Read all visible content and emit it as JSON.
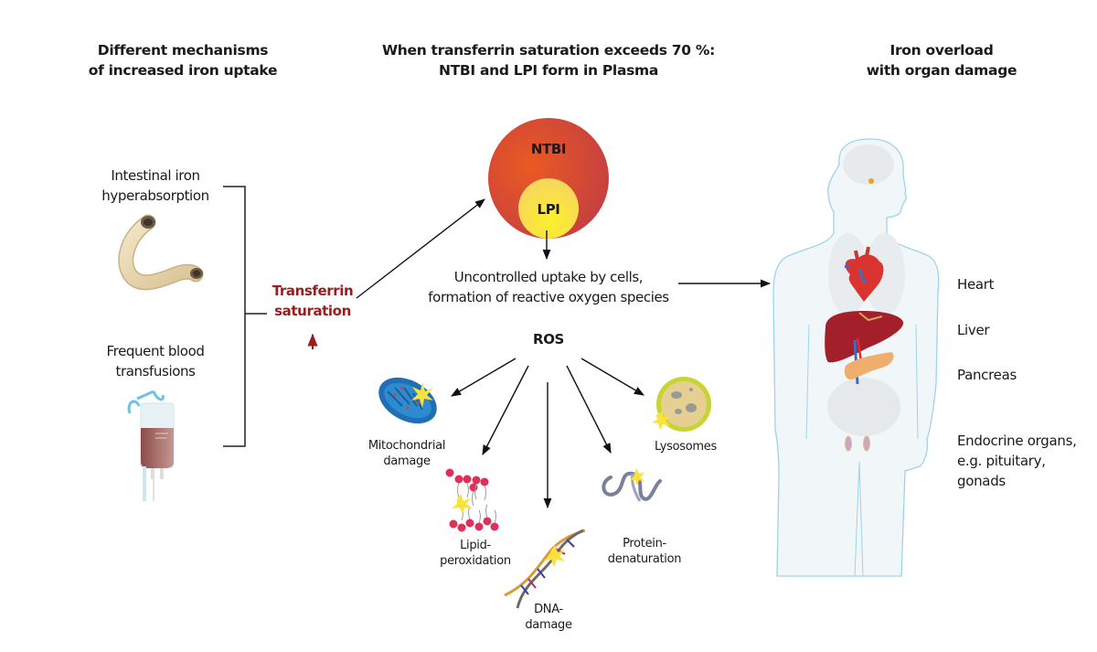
{
  "headings": {
    "left": [
      "Different mechanisms",
      "of increased iron uptake"
    ],
    "center": [
      "When transferrin saturation exceeds 70 %:",
      "NTBI and LPI form in Plasma"
    ],
    "right": [
      "Iron overload",
      "with organ damage"
    ]
  },
  "causes": [
    {
      "label": [
        "Intestinal iron",
        "hyperabsorption"
      ],
      "icon": "intestine-icon"
    },
    {
      "label": [
        "Frequent blood",
        "transfusions"
      ],
      "icon": "blood-bag-icon"
    }
  ],
  "transferrin": {
    "label": [
      "Transferrin",
      "saturation"
    ],
    "indicator": "up-arrow",
    "color": "#9b1c1c"
  },
  "plasma": {
    "outer": {
      "label": "NTBI",
      "color": "#d9472b"
    },
    "inner": {
      "label": "LPI",
      "color": "#f7e23a"
    }
  },
  "uptake": {
    "label": [
      "Uncontrolled uptake by cells,",
      "formation of reactive oxygen species"
    ]
  },
  "ros": {
    "label": "ROS",
    "effects": [
      {
        "label": [
          "Mitochondrial",
          "damage"
        ],
        "icon": "mitochondrion-icon"
      },
      {
        "label": [
          "Lipid-",
          "peroxidation"
        ],
        "icon": "lipid-membrane-icon"
      },
      {
        "label": [
          "DNA-",
          "damage"
        ],
        "icon": "dna-icon"
      },
      {
        "label": [
          "Protein-",
          "denaturation"
        ],
        "icon": "protein-icon"
      },
      {
        "label": [
          "Lysosomes"
        ],
        "icon": "lysosome-icon"
      }
    ]
  },
  "organs": [
    {
      "label": [
        "Heart"
      ]
    },
    {
      "label": [
        "Liver"
      ]
    },
    {
      "label": [
        "Pancreas"
      ]
    },
    {
      "label": [
        "Endocrine organs,",
        "e.g. pituitary,",
        "gonads"
      ]
    }
  ],
  "colors": {
    "body_outline": "#9fd3ea",
    "body_fill": "#f1f6f9",
    "arrow": "#111111",
    "bracket": "#222222"
  }
}
